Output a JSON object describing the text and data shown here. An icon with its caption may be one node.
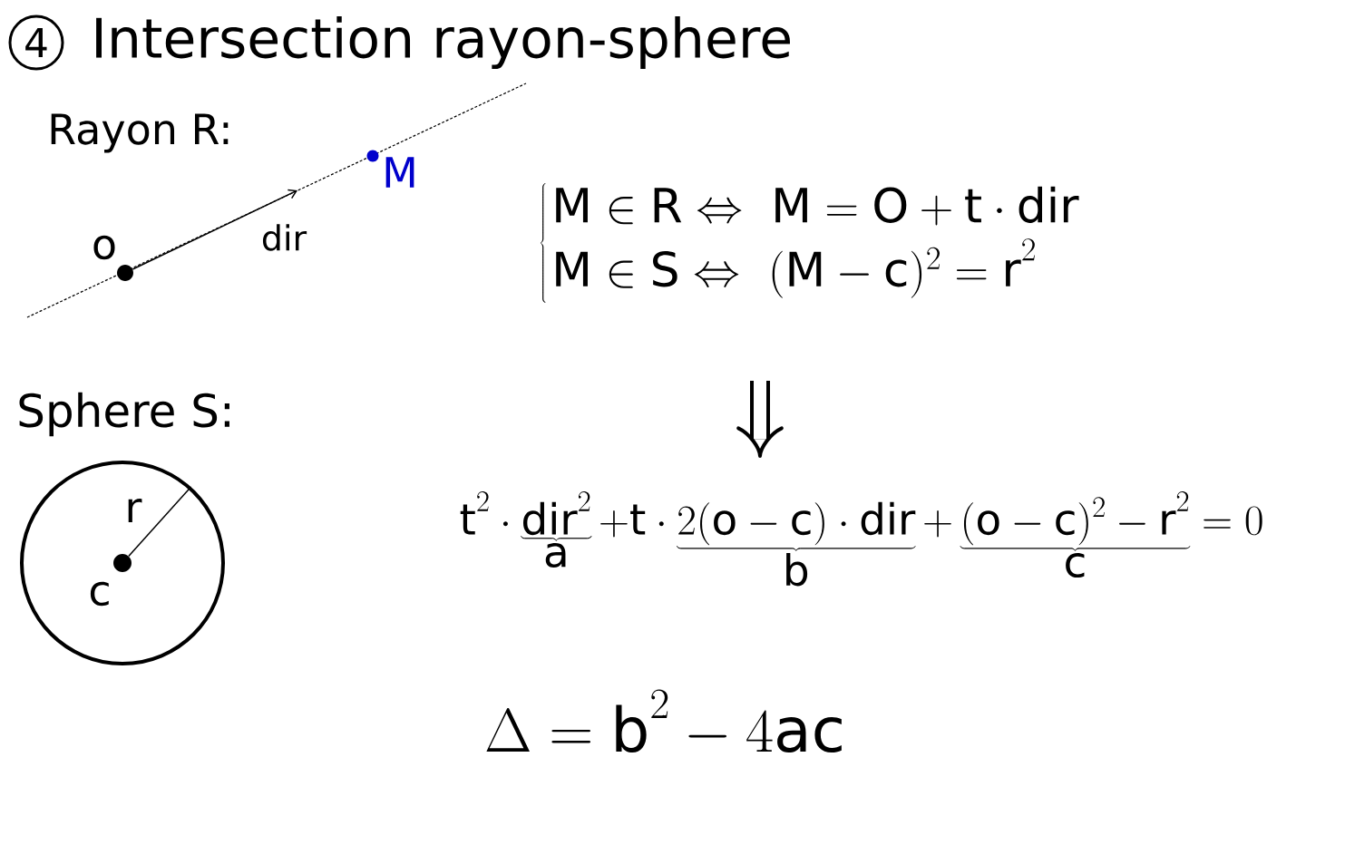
{
  "diagram": {
    "title": "Intersection rayon-sphere",
    "nodes": [
      {
        "text": [],
        "shape": "circle",
        "beside": [
          "o"
        ]
      },
      {
        "text": [],
        "shape": "circle",
        "beside": [
          "M"
        ]
      },
      {
        "text": [],
        "shape": "circle"
      },
      {
        "text": [],
        "shape": "circle",
        "beside": [
          "c"
        ],
        "in": 2
      }
    ],
    "edges": [
      {
        "from": 0,
        "to": null,
        "arrow": "to",
        "label": "dir"
      },
      {
        "from": 3,
        "to": 2,
        "arrow": "none",
        "label": "r"
      }
    ],
    "labels": [
      "4",
      "Rayon R:",
      "\\left\\{\\begin{array}{l} \\mathrm{M} \\in \\mathrm{R} \\Leftrightarrow\\ \\mathrm{M} = \\mathrm{O} + \\mathrm{t}\\cdot\\mathrm{dir} \\\\ \\mathrm{M} \\in \\mathrm{S} \\Leftrightarrow\\ (\\mathrm{M} - \\mathrm{c})^{2} = \\mathrm{r}^{2} \\end{array}\\right.",
      "Sphere S:",
      "\\mathrm{t}^{2}\\cdot\\underbrace{\\mathrm{dir}^{2}}_{\\textstyle\\mathrm{a}} + \\mathrm{t}\\cdot\\underbrace{2(\\mathrm{o}-\\mathrm{c})\\cdot\\mathrm{dir}}_{\\textstyle\\mathrm{b}} + \\underbrace{(\\mathrm{o}-\\mathrm{c})^{2} - \\mathrm{r}^{2}}_{\\textstyle\\mathrm{c}} = 0",
      "\\Delta = \\mathrm{b}^{2} - 4\\mathrm{ac}"
    ]
  }
}
